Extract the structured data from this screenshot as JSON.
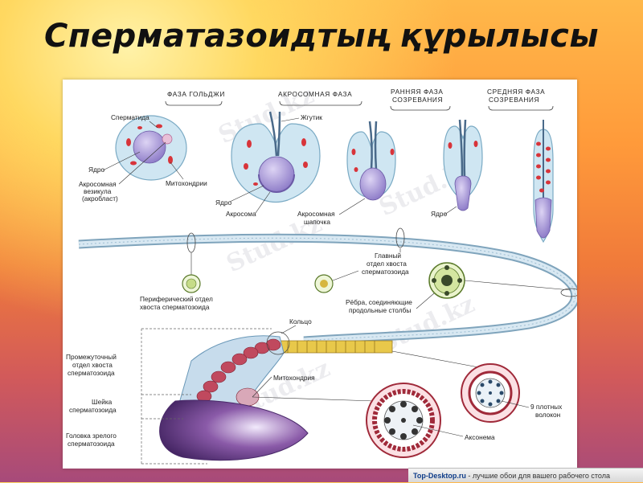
{
  "title": "Сперматазоидтың құрылысы",
  "phases": {
    "golgi": "ФАЗА ГОЛЬДЖИ",
    "acrosome": "АКРОСОМНАЯ ФАЗА",
    "early_1": "РАННЯЯ ФАЗА",
    "early_2": "СОЗРЕВАНИЯ",
    "middle_1": "СРЕДНЯЯ ФАЗА",
    "middle_2": "СОЗРЕВАНИЯ"
  },
  "labels": {
    "spermatid": "Сперматида",
    "nucleus_1": "Ядро",
    "acrosomal_vesicle_1": "Акросомная",
    "acrosomal_vesicle_2": "везикула",
    "acrosomal_vesicle_3": "(акробласт)",
    "mitochondria_1": "Митохондрии",
    "flagellum": "Жгутик",
    "nucleus_2": "Ядро",
    "acrosome": "Акросома",
    "acrosomal_cap_1": "Акросомная",
    "acrosomal_cap_2": "шапочка",
    "nucleus_3": "Ядро",
    "main_tail_1": "Главный",
    "main_tail_2": "отдел хвоста",
    "main_tail_3": "сперматозоида",
    "peripheral_1": "Периферический отдел",
    "peripheral_2": "хвоста сперматозоида",
    "ribs_1": "Рёбра, соединяющие",
    "ribs_2": "продольные столбы",
    "ring": "Кольцо",
    "midpiece_1": "Промежуточный",
    "midpiece_2": "отдел хвоста",
    "midpiece_3": "сперматозоида",
    "mitochondrion": "Митохондрия",
    "neck_1": "Шейка",
    "neck_2": "сперматозоида",
    "head_1": "Головка зрелого",
    "head_2": "сперматозоида",
    "dense_fibers_1": "9 плотных",
    "dense_fibers_2": "волокон",
    "axoneme": "Аксонема"
  },
  "watermark": "Stud.kz",
  "footer": {
    "site": "Top-Desktop.ru",
    "text": " - лучшие обои для вашего рабочего стола"
  },
  "colors": {
    "cell_fill": "#cfe6f2",
    "nucleus": "#a99ad8",
    "mitochondria": "#d8343a",
    "tail": "#b9d3e2",
    "midpiece": "#c0495e"
  }
}
